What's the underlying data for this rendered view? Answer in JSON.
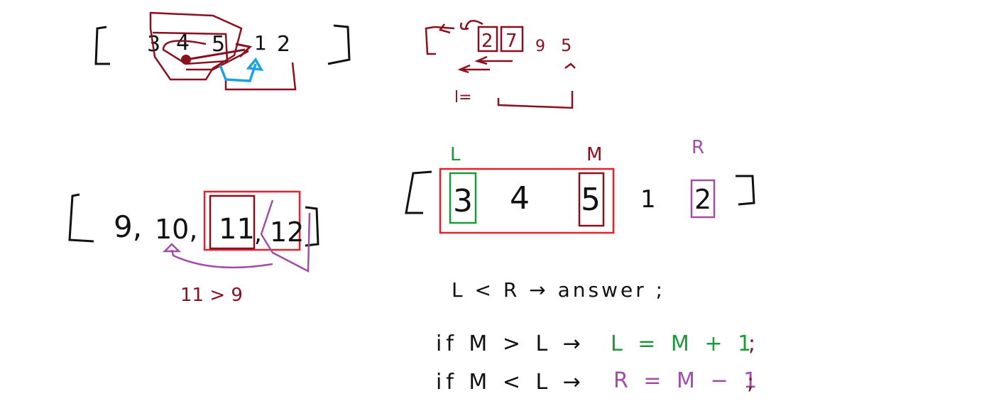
{
  "colors": {
    "ink": "#111111",
    "maroon": "#8a1020",
    "red": "#e8202a",
    "green": "#1a9a3a",
    "purple": "#a04ea8",
    "blue": "#1aa3e0"
  },
  "sketch1": {
    "values": [
      "3",
      "4",
      "5",
      "1",
      "2"
    ]
  },
  "sketch2": {
    "values": [
      "2",
      "7",
      "9",
      "5"
    ],
    "label": "l="
  },
  "sketch3": {
    "values": [
      "9,",
      "10,",
      "11",
      ",",
      "12"
    ],
    "comparison": "11 > 9"
  },
  "main_array": {
    "values": [
      "3",
      "4",
      "5",
      "1",
      "2"
    ],
    "pointer_l": "L",
    "pointer_m": "M",
    "pointer_r": "R"
  },
  "rules": {
    "line1": "L < R → answer ;",
    "line2_cond": "if M > L →",
    "line2_action": "L = M + 1",
    "line2_end": ";",
    "line3_cond": "if M < L →",
    "line3_action": "R = M − 1",
    "line3_end": ";"
  }
}
